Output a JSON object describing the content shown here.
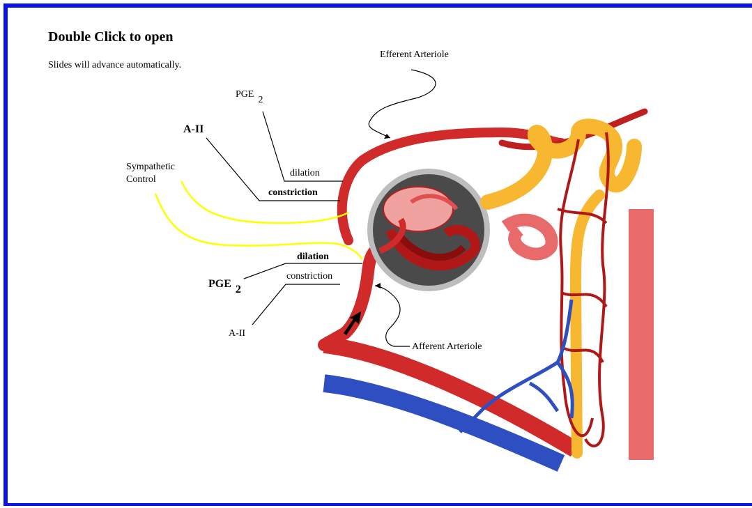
{
  "slide": {
    "title": "Double Click to open",
    "subtitle": "Slides will advance automatically."
  },
  "labels": {
    "efferent_arteriole": "Efferent Arteriole",
    "pge2_top": "PGE",
    "pge2_top_sub": "2",
    "dilation_top": "dilation",
    "aii_top": "A-II",
    "constriction_top": "constriction",
    "sympathetic_line1": "Sympathetic",
    "sympathetic_line2": "Control",
    "dilation_bottom": "dilation",
    "pge2_bottom": "PGE",
    "pge2_bottom_sub": "2",
    "constriction_bottom": "constriction",
    "aii_bottom": "A-II",
    "afferent_arteriole": "Afferent Arteriole"
  },
  "colors": {
    "border": "#0a14e6",
    "artery": "#d12a2a",
    "artery_dark": "#a01010",
    "artery_light": "#e86a6a",
    "vein": "#2e4fc2",
    "tubule": "#f7b731",
    "capsule": "#555555",
    "sympathetic": "#ffff00"
  }
}
